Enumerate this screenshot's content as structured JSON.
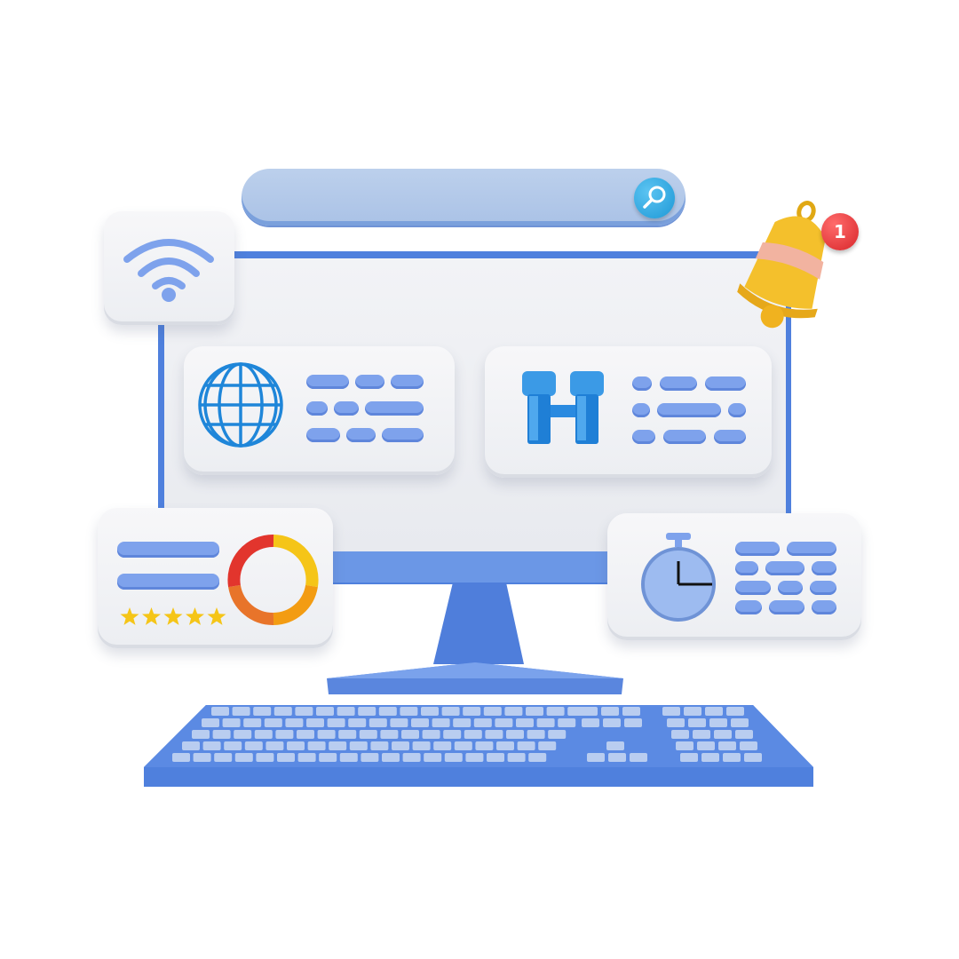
{
  "notification": {
    "count": "1"
  },
  "rating": {
    "stars": 5,
    "max": 5
  },
  "colors": {
    "primary_blue": "#4f80dd",
    "screen": "#eef0f4",
    "bell": "#f4c02c",
    "badge": "#d8262a",
    "star": "#f5c518"
  },
  "icons": {
    "wifi": "wifi-icon",
    "search": "search-icon",
    "globe": "globe-icon",
    "binoculars": "binoculars-icon",
    "donut_chart": "donut-chart-icon",
    "stopwatch": "stopwatch-icon",
    "bell": "bell-icon"
  }
}
